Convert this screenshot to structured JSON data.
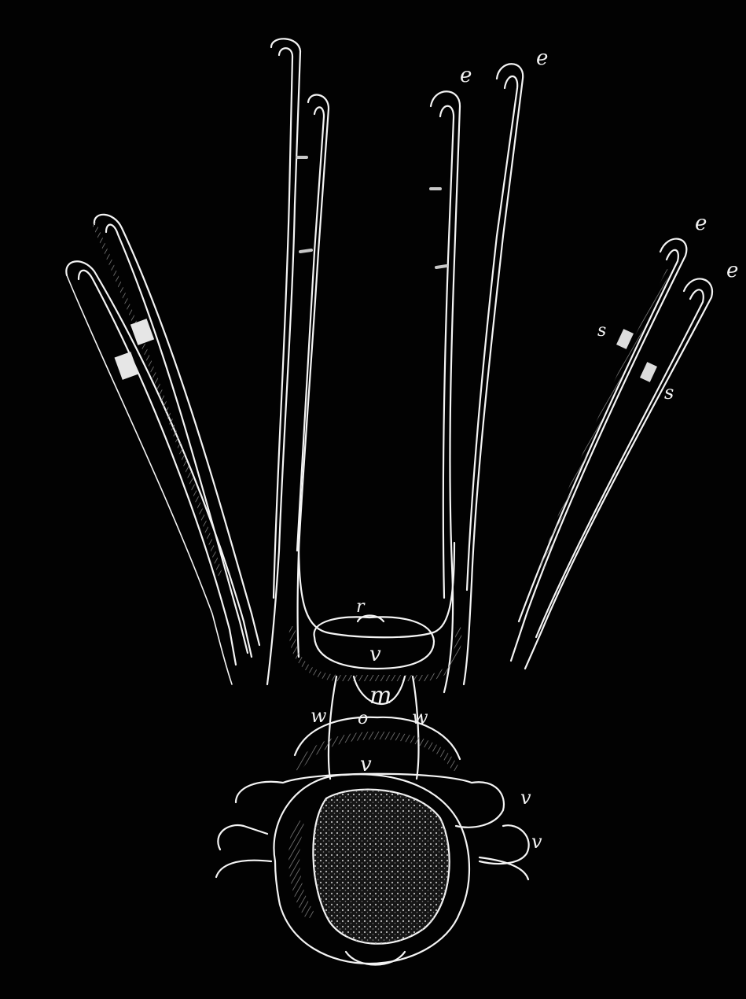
{
  "figure": {
    "labels": {
      "e_top_center": "e",
      "e_top_right": "e",
      "e_right_upper": "e",
      "e_right_lower": "e",
      "s_upper": "s",
      "s_lower": "s",
      "r_top": "r",
      "v_upper": "v",
      "m": "m",
      "w_left": "w",
      "o": "o",
      "w_right": "w",
      "v_middle": "v",
      "v_right_a": "v",
      "v_right_b": "v"
    },
    "colors": {
      "background": "#020202",
      "line": "#f4f4f4",
      "hatch": "#9a9a9a",
      "stomach_fill": "#1a1a1a"
    }
  }
}
